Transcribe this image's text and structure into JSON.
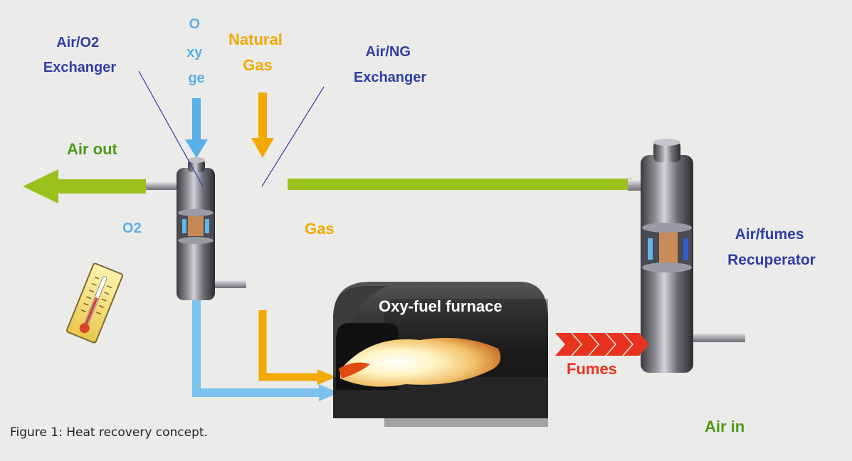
{
  "labels": {
    "air_o2_exchanger": [
      "Air/O2",
      "Exchanger"
    ],
    "oxygen": [
      "O",
      "xy",
      "ge"
    ],
    "natural_gas": [
      "Natural",
      "Gas"
    ],
    "air_ng_exchanger": [
      "Air/NG",
      "Exchanger"
    ],
    "air_out": "Air out",
    "o2": "O2",
    "gas": "Gas",
    "furnace": "Oxy-fuel furnace",
    "fumes": "Fumes",
    "recuperator": [
      "Air/fumes",
      "Recuperator"
    ],
    "air_in": "Air in",
    "caption": "Figure 1: Heat recovery concept."
  },
  "colors": {
    "blue_label": "#2e3fa6",
    "orange": "#f2a900",
    "green": "#9bc11c",
    "green_text": "#4f9a18",
    "oxygen_blue": "#5ab0e8",
    "fumes_red": "#e8331c",
    "background": "#ebebea"
  }
}
